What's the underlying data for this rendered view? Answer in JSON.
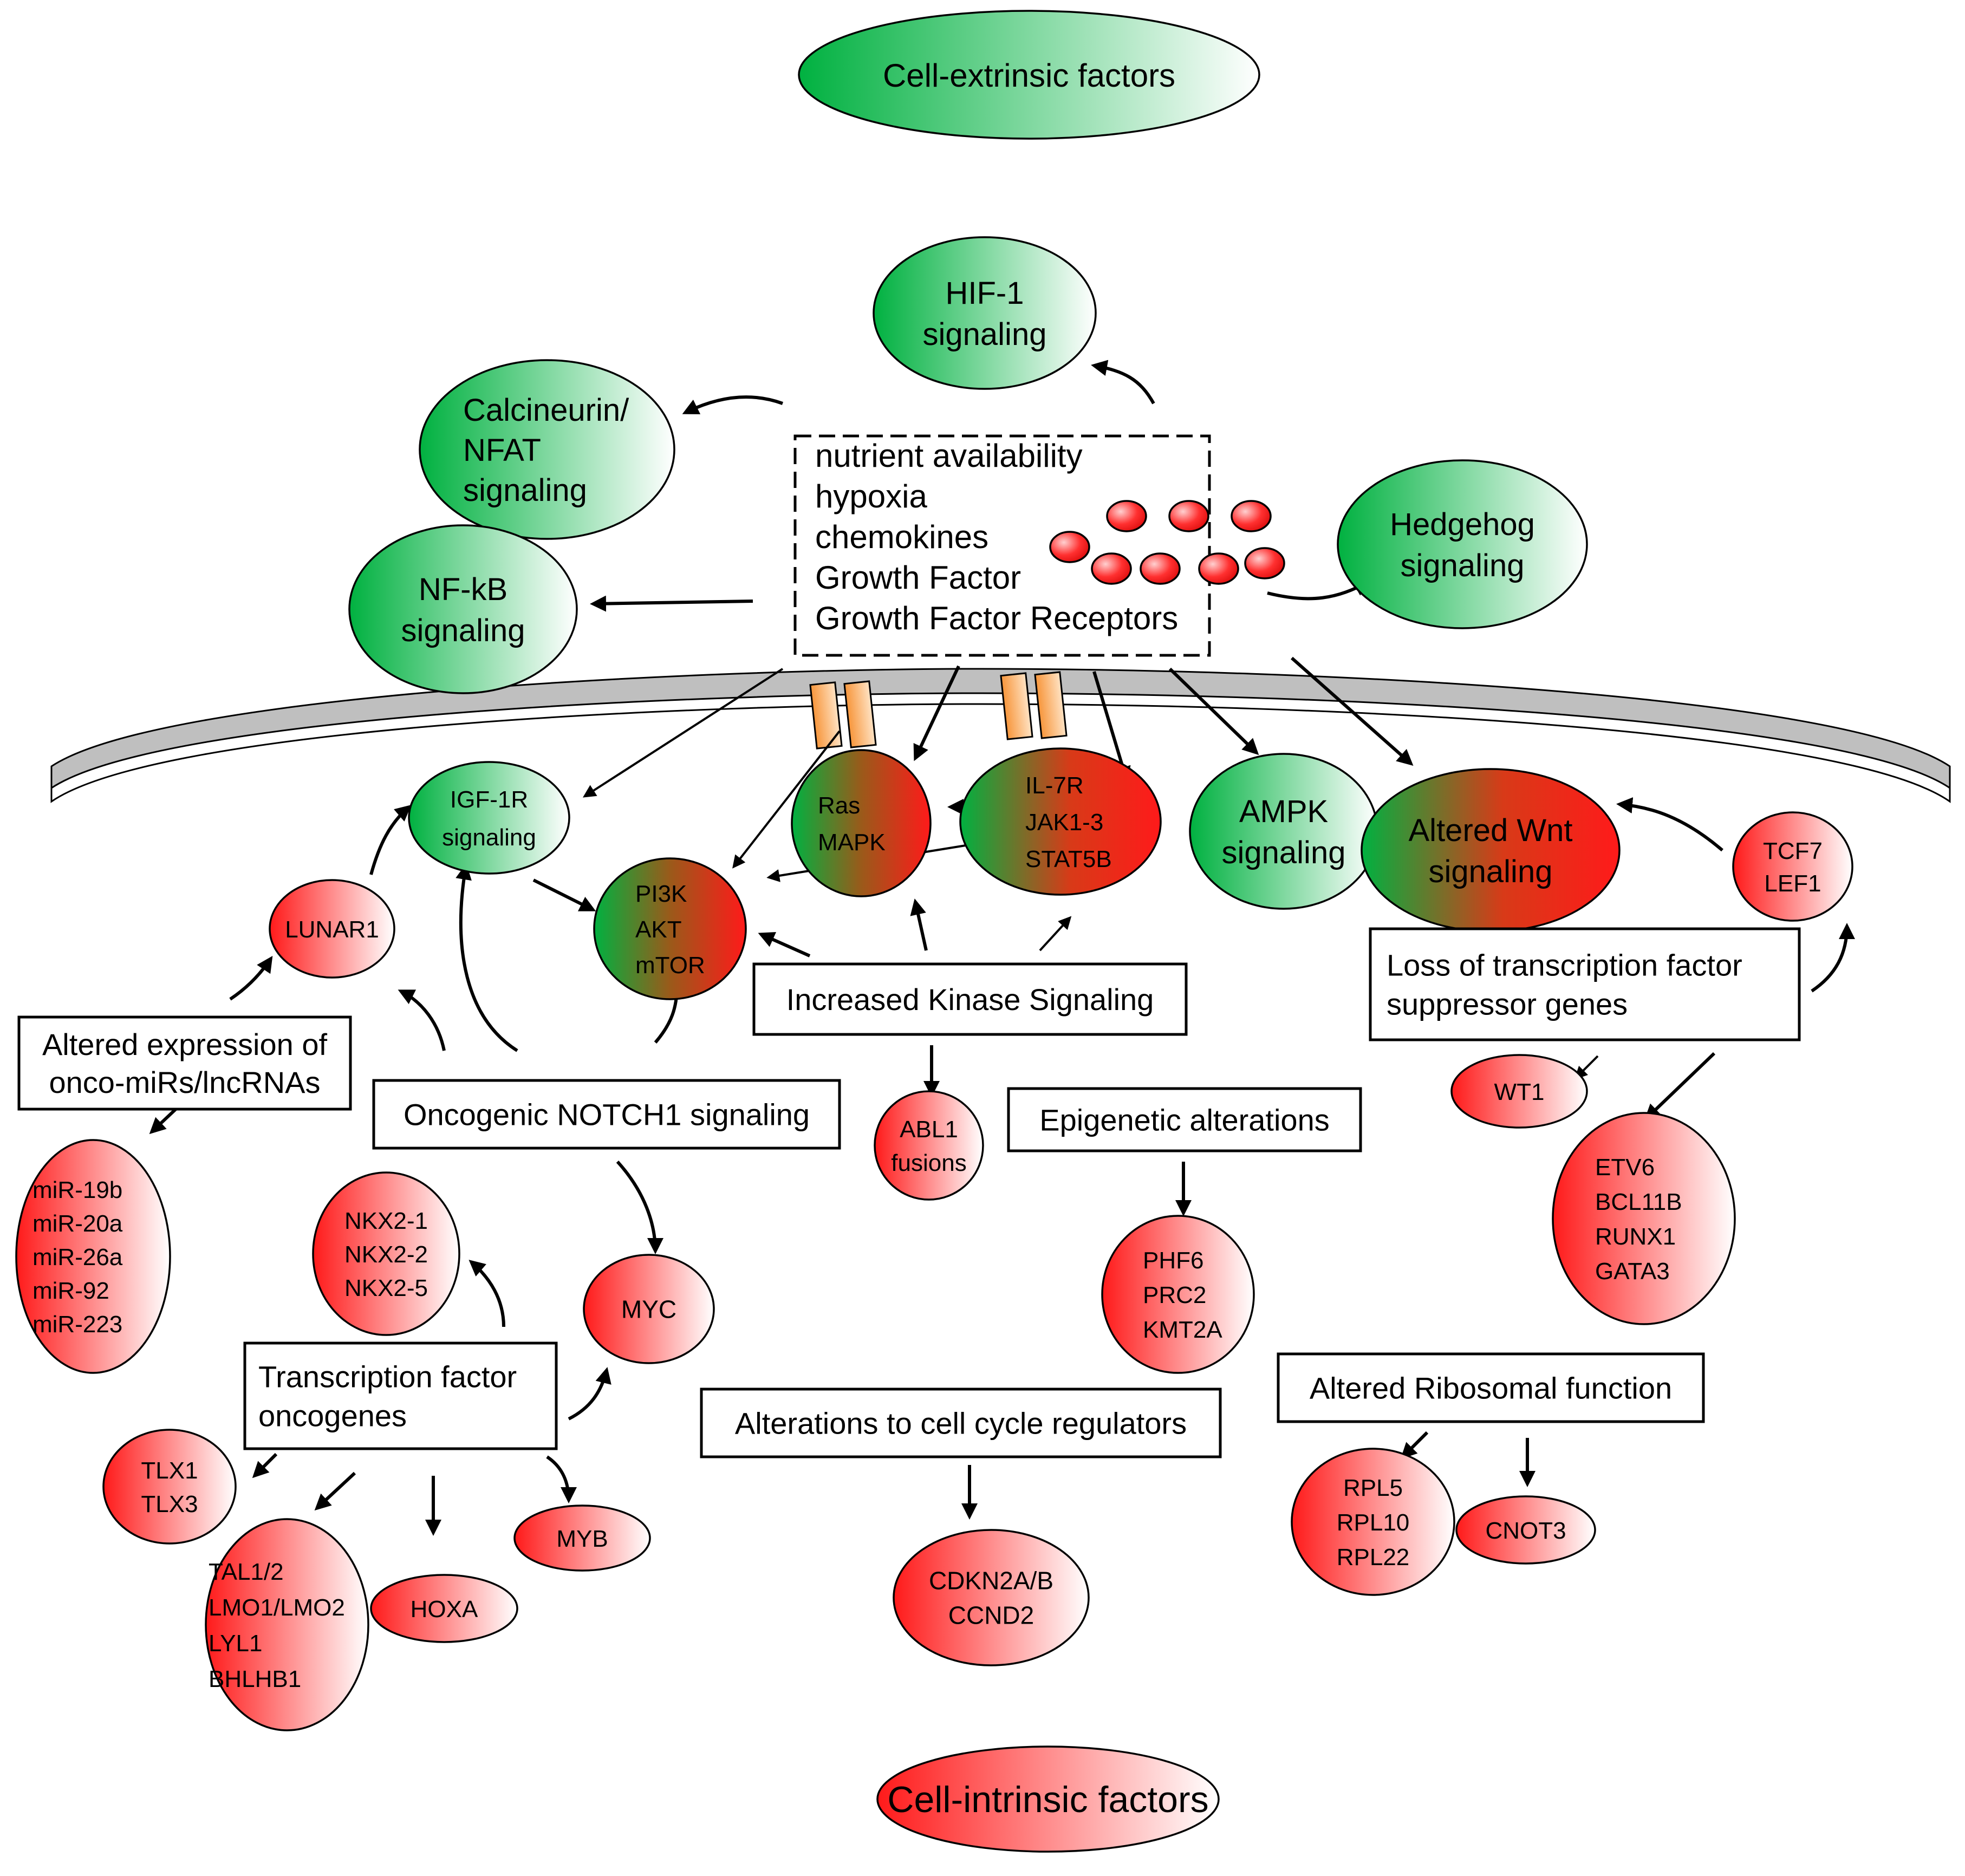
{
  "title_top": "Cell-extrinsic factors",
  "title_bottom": "Cell-intrinsic factors",
  "colors": {
    "green": "#00b140",
    "red": "#ff1a1a",
    "membrane": "#bfbfbf",
    "receptor": "#f7953a"
  },
  "environment_box": [
    "nutrient availability",
    "hypoxia",
    "chemokines",
    "Growth Factor",
    "Growth Factor Receptors"
  ],
  "extrinsic_nodes": {
    "hif1": [
      "HIF-1",
      "signaling"
    ],
    "calcineurin": [
      "Calcineurin/",
      "NFAT",
      "signaling"
    ],
    "nfkb": [
      "NF-kB",
      "signaling"
    ],
    "hedgehog": [
      "Hedgehog",
      "signaling"
    ]
  },
  "membrane_nodes": {
    "igf1r": [
      "IGF-1R",
      "signaling"
    ],
    "ras": [
      "Ras",
      "MAPK"
    ],
    "il7r": [
      "IL-7R",
      "JAK1-3",
      "STAT5B"
    ],
    "ampk": [
      "AMPK",
      "signaling"
    ],
    "wnt": [
      "Altered Wnt",
      "signaling"
    ],
    "pi3k": [
      "PI3K",
      "AKT",
      "mTOR"
    ]
  },
  "boxes": {
    "kinase": [
      "Increased Kinase Signaling"
    ],
    "mirna": [
      "Altered expression of",
      "onco-miRs/lncRNAs"
    ],
    "notch": [
      "Oncogenic NOTCH1 signaling"
    ],
    "epigenetic": [
      "Epigenetic alterations"
    ],
    "suppressor": [
      "Loss of transcription factor",
      "suppressor genes"
    ],
    "tf_oncogenes": [
      "Transcription factor",
      "oncogenes"
    ],
    "cell_cycle": [
      "Alterations to cell cycle regulators"
    ],
    "ribosome": [
      "Altered Ribosomal function"
    ]
  },
  "intrinsic_nodes": {
    "lunar1": [
      "LUNAR1"
    ],
    "tcf7": [
      "TCF7",
      "LEF1"
    ],
    "wt1": [
      "WT1"
    ],
    "abl1": [
      "ABL1",
      "fusions"
    ],
    "mirs": [
      "miR-19b",
      "miR-20a",
      "miR-26a",
      "miR-92",
      "miR-223"
    ],
    "nkx": [
      "NKX2-1",
      "NKX2-2",
      "NKX2-5"
    ],
    "myc": [
      "MYC"
    ],
    "phf6": [
      "PHF6",
      "PRC2",
      "KMT2A"
    ],
    "etv6": [
      "ETV6",
      "BCL11B",
      "RUNX1",
      "GATA3"
    ],
    "tlx": [
      "TLX1",
      "TLX3"
    ],
    "tal": [
      "TAL1/2",
      "LMO1/LMO2",
      "LYL1",
      "BHLHB1"
    ],
    "hoxa": [
      "HOXA"
    ],
    "myb": [
      "MYB"
    ],
    "cdkn": [
      "CDKN2A/B",
      "CCND2"
    ],
    "rpl": [
      "RPL5",
      "RPL10",
      "RPL22"
    ],
    "cnot3": [
      "CNOT3"
    ]
  }
}
